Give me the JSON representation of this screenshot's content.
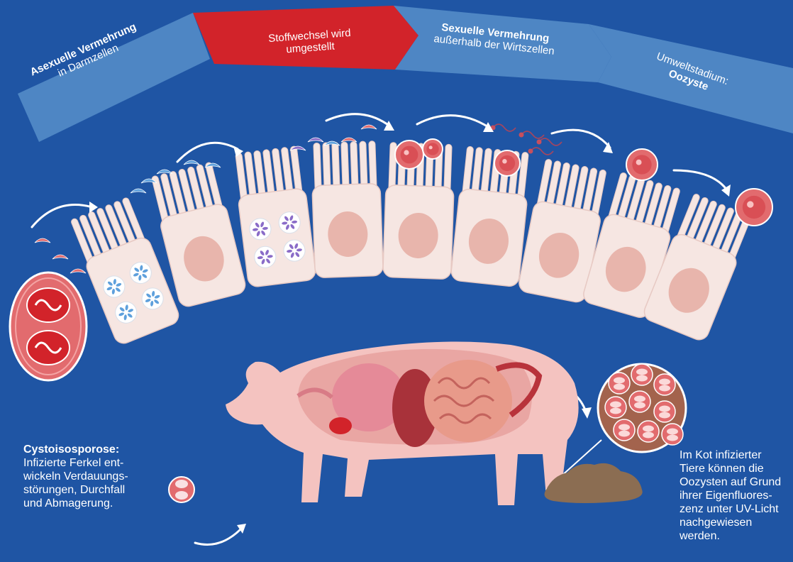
{
  "colors": {
    "background": "#1f55a4",
    "banner": "#4e86c4",
    "banner_highlight": "#d2232a",
    "cell": "#f6e6e2",
    "nucleus": "#e8b5ac",
    "oocyst": "#e26b6e",
    "parasite_asexual": "#5ea0dc",
    "parasite_gamont": "#8a6cc8",
    "pig": "#f4c3c0"
  },
  "stages": [
    {
      "strong": "Asexuelle Vermehrung",
      "light": "in Darmzellen"
    },
    {
      "strong": "",
      "light": "Stoffwechsel wird umgestellt"
    },
    {
      "strong": "Sexuelle Vermehrung",
      "light": "außerhalb der Wirtszellen"
    },
    {
      "strong": "Oozyste",
      "light": "Umweltstadium:"
    }
  ],
  "left_text": {
    "heading": "Cystoisosporose:",
    "lines": [
      "Infizierte Ferkel ent-",
      "wickeln Verdauungs-",
      "störungen, Durchfall",
      "und Abmagerung."
    ]
  },
  "right_text": {
    "lines": [
      "Im Kot infizierter",
      "Tiere können die",
      "Oozysten auf Grund",
      "ihrer Eigenfluores-",
      "zenz unter UV-Licht",
      "nachgewiesen",
      "werden."
    ]
  },
  "icons": [
    "sporulated-oocyst-icon",
    "intestinal-cell-icon",
    "pig-icon",
    "feces-icon",
    "magnifier-icon",
    "arrow-icon"
  ]
}
